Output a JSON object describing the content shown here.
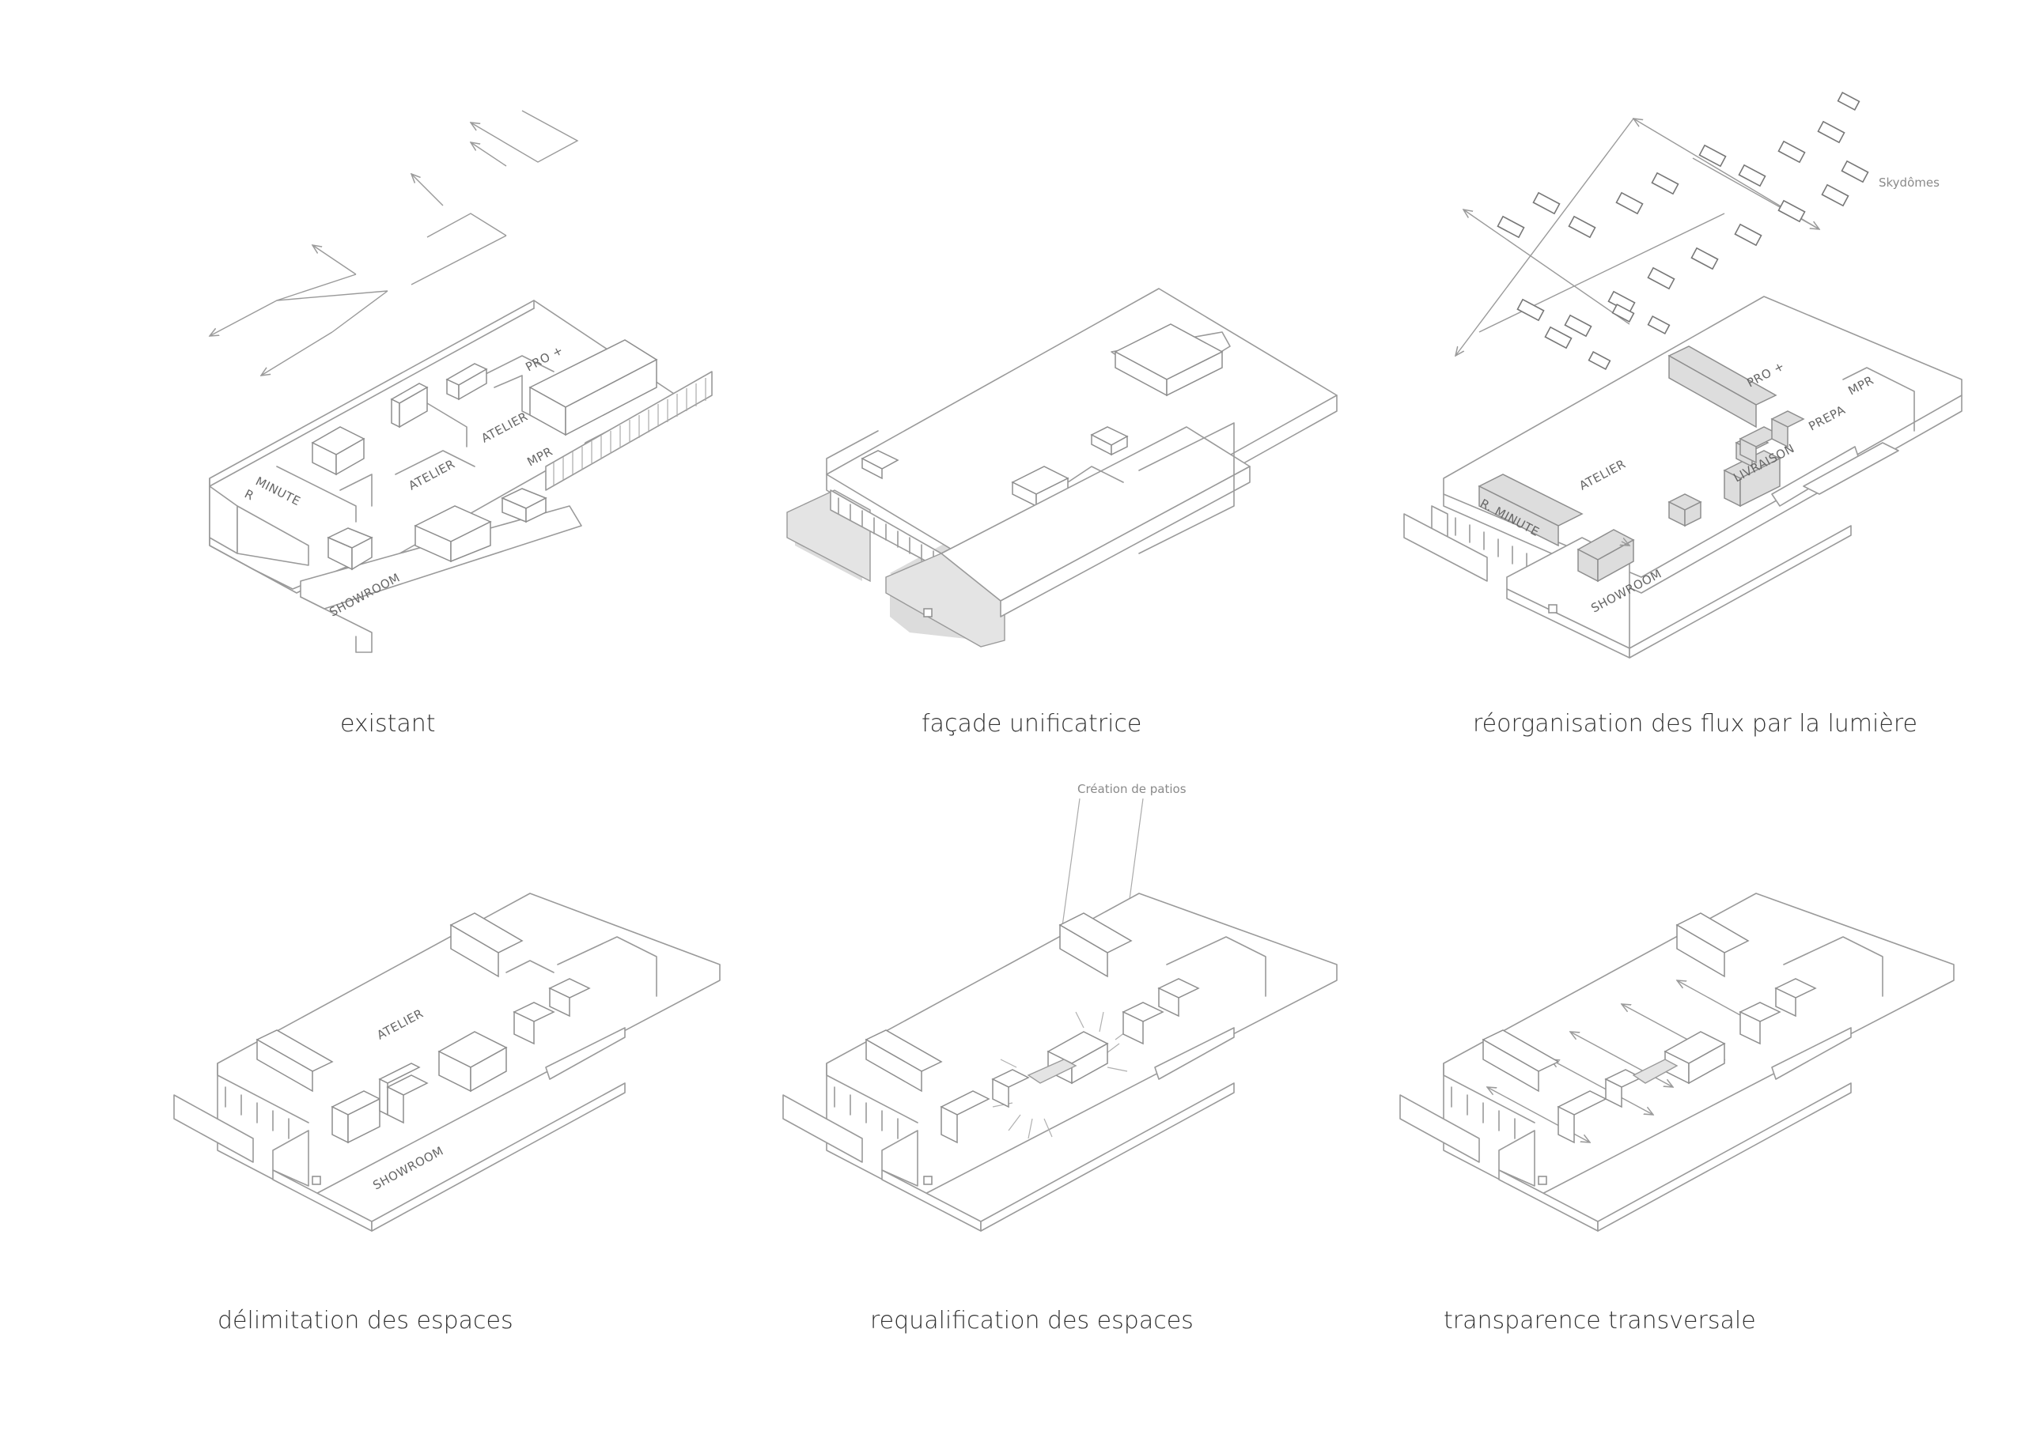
{
  "panels": [
    {
      "id": "existing",
      "caption": "existant",
      "rooms": [
        "R",
        "MINUTE",
        "ATELIER",
        "ATELIER",
        "PRO +",
        "MPR",
        "SHOWROOM"
      ]
    },
    {
      "id": "facade",
      "caption": "façade unificatrice"
    },
    {
      "id": "reorg",
      "caption": "réorganisation des flux par la lumière",
      "rooms": [
        "R. MINUTE",
        "ATELIER",
        "PRO +",
        "MPR",
        "PREPA",
        "LIVRAISON",
        "SHOWROOM"
      ],
      "note": "Skydômes"
    },
    {
      "id": "delimit",
      "caption": "délimitation des espaces",
      "rooms": [
        "ATELIER",
        "SHOWROOM"
      ]
    },
    {
      "id": "requal",
      "caption": "requalification des espaces",
      "note": "Création de patios"
    },
    {
      "id": "transp",
      "caption": "transparence transversale"
    }
  ],
  "colors": {
    "line": "#9a9a9a",
    "fill": "#e4e4e4",
    "text": "#333333"
  }
}
